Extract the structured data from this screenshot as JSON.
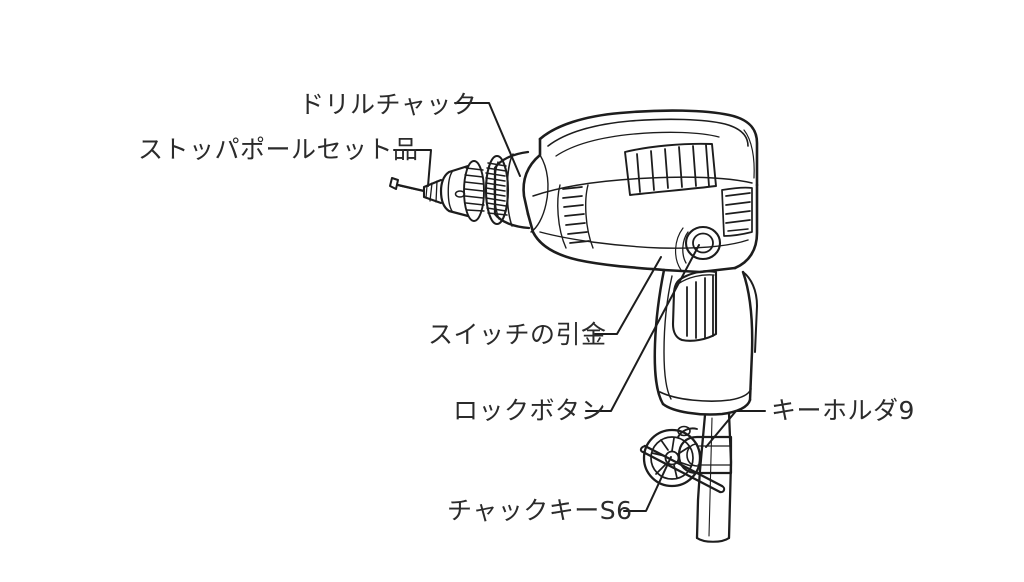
{
  "diagram": {
    "subject": "electric drill exploded parts illustration",
    "background_color": "#ffffff",
    "line_color": "#1d1d1d",
    "text_color": "#2b2b2b"
  },
  "labels": {
    "drill_chuck": "ドリルチャック",
    "stopper_pole_set": "ストッパポールセット品",
    "switch_trigger": "スイッチの引金",
    "lock_button": "ロックボタン",
    "key_holder": "キーホルダ9",
    "chuck_key": "チャックキーS6"
  },
  "parts": [
    {
      "id": "drill-chuck",
      "label": "ドリルチャック",
      "leader_to": [
        520,
        175
      ]
    },
    {
      "id": "stopper-pole-set",
      "label": "ストッパポールセット品",
      "leader_to": [
        428,
        186
      ]
    },
    {
      "id": "switch-trigger",
      "label": "スイッチの引金",
      "leader_to": [
        661,
        255
      ]
    },
    {
      "id": "lock-button",
      "label": "ロックボタン",
      "leader_to": [
        700,
        243
      ]
    },
    {
      "id": "key-holder",
      "label": "キーホルダ9",
      "leader_to": [
        706,
        447
      ]
    },
    {
      "id": "chuck-key",
      "label": "チャックキーS6",
      "leader_to": [
        672,
        455
      ]
    }
  ]
}
